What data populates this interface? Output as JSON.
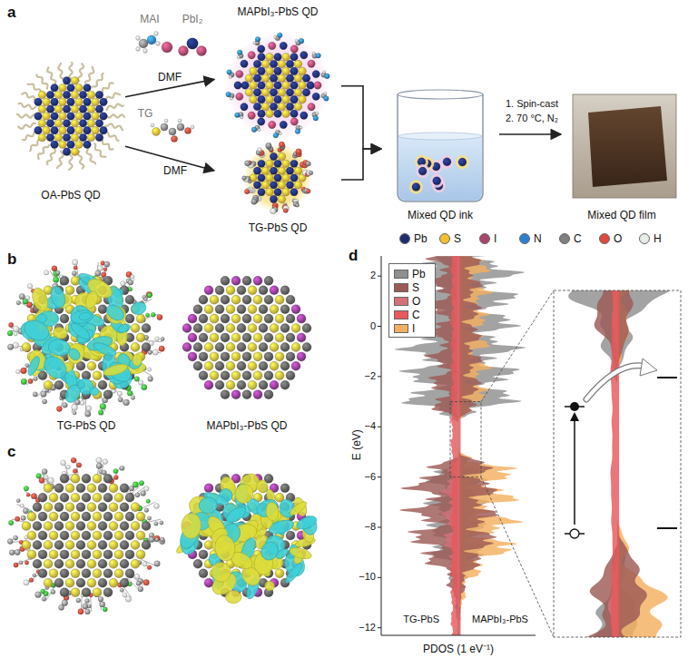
{
  "diagram": {
    "nodes": [
      {
        "text": [
          "OA-PbS QD"
        ]
      },
      {
        "text": [
          "MAPbI₃-PbS QD"
        ]
      },
      {
        "text": [
          "TG-PbS QD"
        ]
      },
      {
        "text": [
          "Mixed QD ink"
        ]
      },
      {
        "text": [
          "Mixed QD film"
        ]
      }
    ],
    "edges": [
      {
        "from": 0,
        "to": 1,
        "label": "DMF",
        "arrow": "to"
      },
      {
        "from": 0,
        "to": 2,
        "label": "DMF",
        "arrow": "to"
      },
      {
        "from": 1,
        "to": 3,
        "arrow": "to"
      },
      {
        "from": 2,
        "to": 3,
        "arrow": "to"
      },
      {
        "from": 3,
        "to": 4,
        "arrow": "to"
      }
    ],
    "labels": [
      "a",
      "MAI",
      "PbI₂",
      "TG",
      "1. Spin-cast",
      "2. 70 °C, N₂",
      "b",
      "TG-PbS QD",
      "MAPbI₃-PbS QD",
      "c",
      "d",
      "E (eV)",
      "2",
      "0",
      "−2",
      "−4",
      "−6",
      "−8",
      "−10",
      "−12",
      "PDOS (1 eV⁻¹)",
      "TG-PbS",
      "MAPbI₃-PbS"
    ],
    "legend": [
      {
        "text": "Pb",
        "color": "#1f2d6e"
      },
      {
        "text": "S",
        "color": "#f0c030"
      },
      {
        "text": "I",
        "color": "#a8456a"
      },
      {
        "text": "N",
        "color": "#2d7fd0"
      },
      {
        "text": "C",
        "color": "#7f7f7f"
      },
      {
        "text": "O",
        "color": "#e04a3c"
      },
      {
        "text": "H",
        "color": "#e6ece6"
      },
      {
        "text": "Pb",
        "color": "#8f8f8f"
      },
      {
        "text": "S",
        "color": "#9c5a55"
      },
      {
        "text": "O",
        "color": "#d4717a"
      },
      {
        "text": "C",
        "color": "#e8585c"
      },
      {
        "text": "I",
        "color": "#f4b060"
      }
    ]
  }
}
